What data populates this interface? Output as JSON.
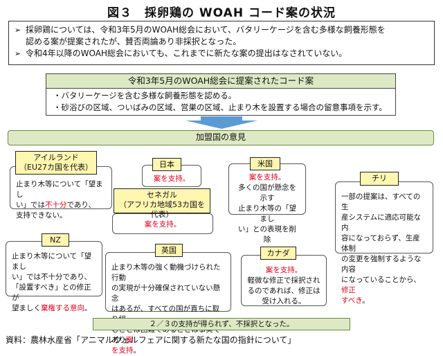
{
  "title": "図３　採卵鶏の WOAH コード案の状況",
  "summary": {
    "bullet_symbol": "➢",
    "line1": "採卵鶏については、令和3年5月のWOAH総会において、バタリーケージを含む多様な飼養形態を",
    "line2": "認める案が提案されたが、賛否両論あり非採択となった。",
    "line3": "令和4年以降のWOAH総会においても、これまでに新たな案の提出はなされていない。"
  },
  "proposal": {
    "heading": "令和3年5月のWOAH総会に提案されたコード案",
    "item1": "・バタリーケージを含む多様な飼養形態を認める。",
    "item2": "・砂浴びの区域、ついばみの区域、営巣の区域、止まり木を設置する場合の留意事項を示す。"
  },
  "members": {
    "heading": "加盟国の意見"
  },
  "countries": {
    "ireland": {
      "label1": "アイルランド",
      "label2": "（EU27カ国を代表）",
      "t1": "止まり木等について「望まし",
      "t2a": "い」では",
      "t2red": "不十分",
      "t2b": "であり、",
      "t3": "支持できない。"
    },
    "japan": {
      "label": "日本",
      "text": "案を支持。"
    },
    "usa": {
      "label": "米国",
      "t1": "案を支持。",
      "t2": "多くの国が懸念を示す",
      "t3": "止まり木等の「望まし",
      "t4": "い」との表現を削除"
    },
    "chile": {
      "label": "チリ",
      "t1": "一部の提案は、すべての生",
      "t2": "産システムに適応可能な内",
      "t3": "容になっておらず、生産体制",
      "t4": "の変更を強制するような内容",
      "t5a": "になっていることから、",
      "t5red": "修正",
      "t6red": "すべき",
      "t6b": "。"
    },
    "senegal": {
      "label1": "セネガル",
      "label2": "（アフリカ地域53カ国を代表）",
      "text": "案を支持。"
    },
    "nz": {
      "label": "NZ",
      "t1": "止まり木等について「望まし",
      "t2": "い」では不十分であり、",
      "t3": "「設置すべき」との修正が",
      "t4a": "望ましく",
      "t4red": "棄権する意向",
      "t4b": "。"
    },
    "uk": {
      "label": "英国",
      "t1": "止まり木等の強く動機づけられた行動",
      "t2": "の実現が十分確保されていない懸念",
      "t3": "はあるが、すべての国が直ちに取り組",
      "t4a": "むことは困難であることは事実であり",
      "t4red": "案",
      "t5red": "を支持",
      "t5b": "。"
    },
    "canada": {
      "label": "カナダ",
      "t1": "案を支持。",
      "t2": "軽微な修正で採択され",
      "t3": "るのであれば、修正は",
      "t4": "受け入れる。"
    }
  },
  "result": "２／３の支持が得られず、不採択となった。",
  "source": "資料：農林水産省「アニマルウェルフェアに関する新たな国の指針について」",
  "colors": {
    "heading_bg": "#dde9c4",
    "label_bg": "#fff6b0",
    "arrow": "#5b9bd5",
    "accent_red": "#e0001b"
  }
}
